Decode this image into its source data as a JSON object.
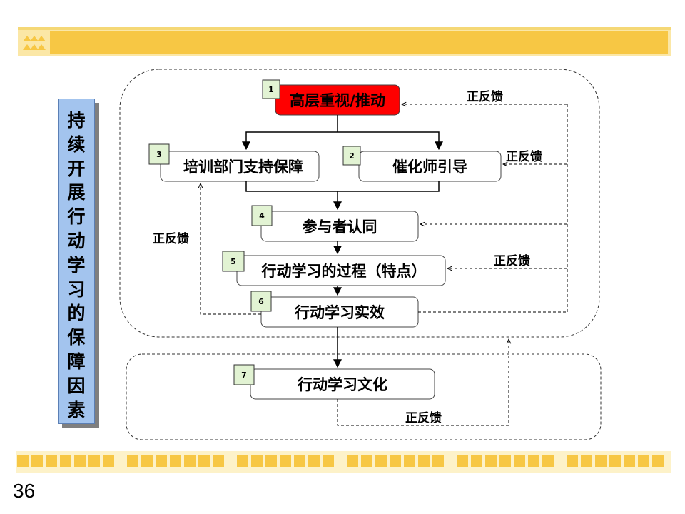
{
  "side_title": [
    "持",
    "续",
    "开",
    "展",
    "行",
    "动",
    "学",
    "习",
    "的",
    "保",
    "障",
    "因",
    "素"
  ],
  "nodes": [
    {
      "id": "n1",
      "num": "1",
      "label": "高层重视/推动"
    },
    {
      "id": "n2",
      "num": "2",
      "label": "催化师引导"
    },
    {
      "id": "n3",
      "num": "3",
      "label": "培训部门支持保障"
    },
    {
      "id": "n4",
      "num": "4",
      "label": "参与者认同"
    },
    {
      "id": "n5",
      "num": "5",
      "label": "行动学习的过程（特点）"
    },
    {
      "id": "n6",
      "num": "6",
      "label": "行动学习实效"
    },
    {
      "id": "n7",
      "num": "7",
      "label": "行动学习文化"
    }
  ],
  "feedback_labels": [
    "正反馈",
    "正反馈",
    "正反馈",
    "正反馈",
    "正反馈"
  ],
  "page_number": "36",
  "colors": {
    "accent_yellow": "#f7c744",
    "node_highlight": "#ff0000",
    "badge_fill": "#e2f3d3",
    "side_box": "#a3c4ee"
  }
}
